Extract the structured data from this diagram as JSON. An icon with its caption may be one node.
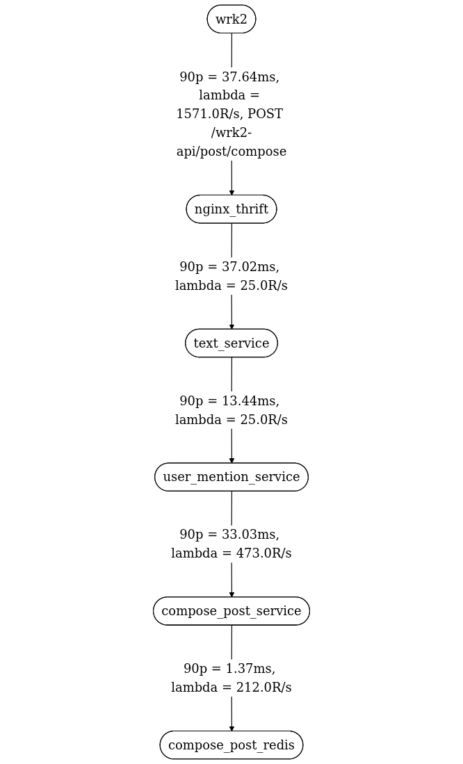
{
  "diagram": {
    "nodes": [
      {
        "text": [
          "wrk2"
        ]
      },
      {
        "text": [
          "nginx_thrift"
        ]
      },
      {
        "text": [
          "text_service"
        ]
      },
      {
        "text": [
          "user_mention_service"
        ]
      },
      {
        "text": [
          "compose_post_service"
        ]
      },
      {
        "text": [
          "compose_post_redis"
        ]
      }
    ],
    "edges": [
      {
        "from": 0,
        "to": 1,
        "arrow": "to",
        "label": "90p = 37.64ms, lambda = 1571.0R/s, POST /wrk2-api/post/compose"
      },
      {
        "from": 1,
        "to": 2,
        "arrow": "to",
        "label": "90p = 37.02ms, lambda = 25.0R/s"
      },
      {
        "from": 2,
        "to": 3,
        "arrow": "to",
        "label": "90p = 13.44ms, lambda = 25.0R/s"
      },
      {
        "from": 3,
        "to": 4,
        "arrow": "to",
        "label": "90p = 33.03ms, lambda = 473.0R/s"
      },
      {
        "from": 4,
        "to": 5,
        "arrow": "to",
        "label": "90p = 1.37ms, lambda = 212.0R/s"
      }
    ]
  }
}
